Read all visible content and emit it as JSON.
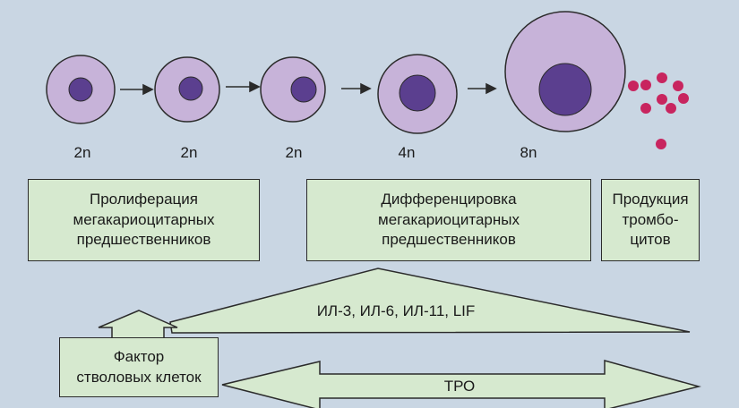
{
  "ploidy_labels": [
    "2n",
    "2n",
    "2n",
    "4n",
    "8n"
  ],
  "boxes": {
    "proliferation": "Пролиферация\nмегакариоцитарных\nпредшественников",
    "differentiation": "Дифференцировка\nмегакариоцитарных\nпредшественников",
    "production": "Продукция\nтромбо-\nцитов",
    "stem_cell_factor": "Фактор\nстволовых клеток"
  },
  "arrows": {
    "interleukins": "ИЛ-3, ИЛ-6, ИЛ-11, LIF",
    "tpo": "ТРО"
  },
  "colors": {
    "background": "#c9d6e3",
    "cell_body": "#c7b3d9",
    "nucleus": "#5b3f8f",
    "platelet": "#c8255f",
    "box_fill": "#d6e9cf",
    "outline": "#2b2b2b"
  }
}
